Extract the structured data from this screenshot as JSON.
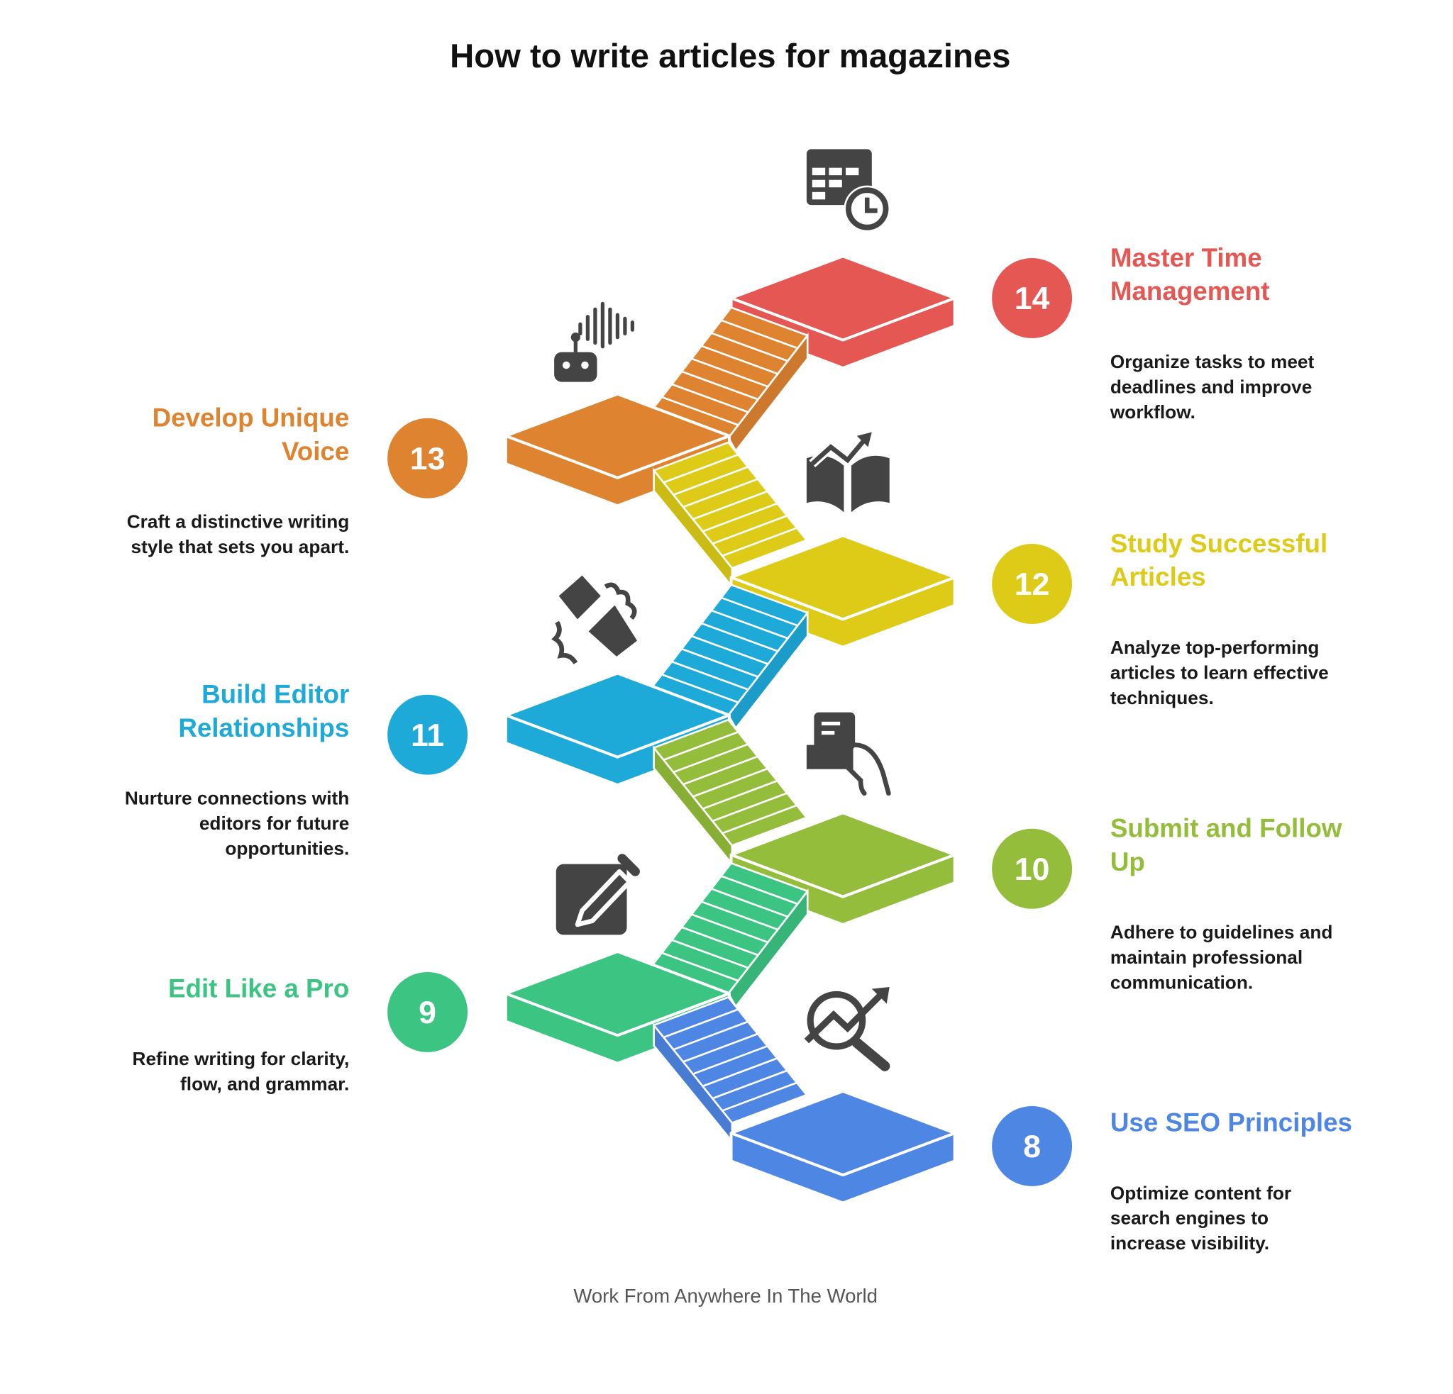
{
  "title": "How to write articles for magazines",
  "footer": "Work From Anywhere In The World",
  "steps": [
    {
      "number": "14",
      "title": [
        "Master Time",
        "Management"
      ],
      "desc": [
        "Organize tasks to meet",
        "deadlines and improve",
        "workflow."
      ],
      "color": "#E55753",
      "side": "right",
      "icon": "calendar-clock-icon"
    },
    {
      "number": "13",
      "title": [
        "Develop Unique",
        "Voice"
      ],
      "desc": [
        "Craft a distinctive writing",
        "style that sets you apart."
      ],
      "color": "#DE8431",
      "side": "left",
      "icon": "robot-voice-icon"
    },
    {
      "number": "12",
      "title": [
        "Study Successful",
        "Articles"
      ],
      "desc": [
        "Analyze top-performing",
        "articles to learn effective",
        "techniques."
      ],
      "color": "#DDCB17",
      "side": "right",
      "icon": "book-chart-icon"
    },
    {
      "number": "11",
      "title": [
        "Build Editor",
        "Relationships"
      ],
      "desc": [
        "Nurture connections with",
        "editors for future",
        "opportunities."
      ],
      "color": "#1EAAD9",
      "side": "left",
      "icon": "puzzle-handshake-icon"
    },
    {
      "number": "10",
      "title": [
        "Submit and Follow",
        "Up"
      ],
      "desc": [
        "Adhere to guidelines and",
        "maintain professional",
        "communication."
      ],
      "color": "#93BD3A",
      "side": "right",
      "icon": "card-hand-icon"
    },
    {
      "number": "9",
      "title": [
        "Edit Like a Pro"
      ],
      "desc": [
        "Refine writing for clarity,",
        "flow, and grammar."
      ],
      "color": "#3CC582",
      "side": "left",
      "icon": "pen-square-icon"
    },
    {
      "number": "8",
      "title": [
        "Use SEO Principles"
      ],
      "desc": [
        "Optimize content for",
        "search engines to",
        "increase visibility."
      ],
      "color": "#4E86E4",
      "side": "right",
      "icon": "search-chart-icon"
    }
  ]
}
